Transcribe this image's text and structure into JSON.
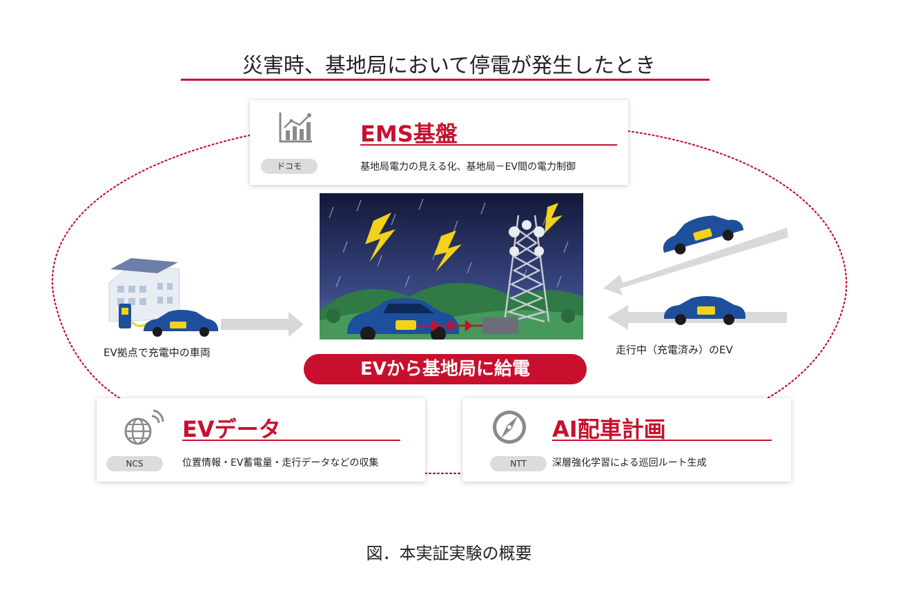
{
  "title": "災害時、基地局において停電が発生したとき",
  "boxes": {
    "ems": {
      "title": "EMS基盤",
      "description": "基地局電力の見える化、基地局－EV間の電力制御",
      "org": "ドコモ",
      "icon": "chart-icon"
    },
    "ev_data": {
      "title": "EVデータ",
      "description": "位置情報・EV蓄電量・走行データなどの収集",
      "org": "NCS",
      "icon": "globe-signal-icon"
    },
    "ai_dispatch": {
      "title": "AI配車計画",
      "description": "深層強化学習による巡回ルート生成",
      "org": "NTT",
      "icon": "compass-icon"
    }
  },
  "center": {
    "banner": "EVから基地局に給電"
  },
  "left": {
    "caption": "EV拠点で充電中の車両"
  },
  "right": {
    "caption": "走行中（充電済み）のEV"
  },
  "figure_caption": "図．本実証実験の概要",
  "colors": {
    "accent": "#c8102e",
    "car": "#1e4f9c",
    "sky": "#1c2452",
    "pill": "#dcdcdc"
  }
}
